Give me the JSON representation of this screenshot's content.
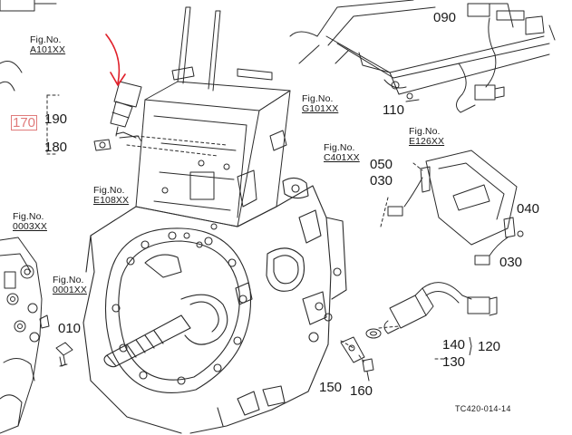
{
  "diagram_code": "TC420-014-14",
  "highlight": {
    "part": "170",
    "color": "#e07a7a"
  },
  "arrow_color": "#e0202a",
  "fig_refs": [
    {
      "id": "a101",
      "caption": "Fig.No.",
      "ref": "A101XX"
    },
    {
      "id": "g101",
      "caption": "Fig.No.",
      "ref": "G101XX"
    },
    {
      "id": "c401",
      "caption": "Fig.No.",
      "ref": "C401XX"
    },
    {
      "id": "e126",
      "caption": "Fig.No.",
      "ref": "E126XX"
    },
    {
      "id": "e108",
      "caption": "Fig.No.",
      "ref": "E108XX"
    },
    {
      "id": "0003",
      "caption": "Fig.No.",
      "ref": "0003XX"
    },
    {
      "id": "0001",
      "caption": "Fig.No.",
      "ref": "0001XX"
    }
  ],
  "parts": {
    "p090": "090",
    "p110": "110",
    "p190": "190",
    "p180": "180",
    "p050": "050",
    "p030a": "030",
    "p040": "040",
    "p030b": "030",
    "p010": "010",
    "p140": "140",
    "p120": "120",
    "p130": "130",
    "p150": "150",
    "p160": "160"
  }
}
